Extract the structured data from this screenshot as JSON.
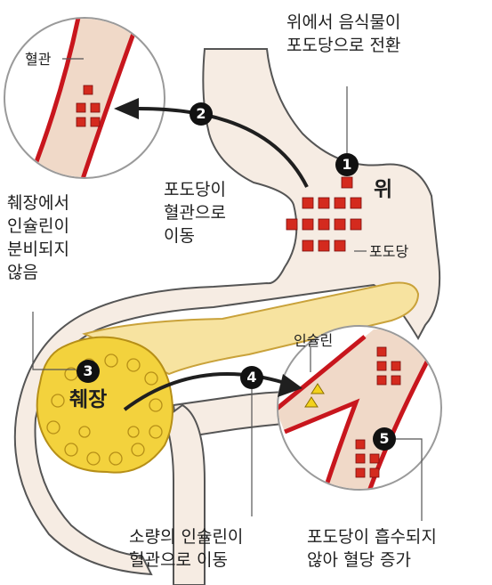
{
  "labels": {
    "blood_vessel": "혈관",
    "stomach_convert": "위에서 음식물이\n포도당으로 전환",
    "glucose_to_vessel": "포도당이\n혈관으로\n이동",
    "stomach": "위",
    "glucose": "포도당",
    "pancreas_no_secretion": "췌장에서\n인슐린이\n분비되지\n않음",
    "pancreas": "췌장",
    "insulin": "인슐린",
    "insulin_small_to_vessel": "소량의 인슐린이\n혈관으로 이동",
    "glucose_not_absorbed": "포도당이 흡수되지\n않아 혈당 증가"
  },
  "steps": [
    "1",
    "2",
    "3",
    "4",
    "5"
  ],
  "colors": {
    "glucose_square": "#d42a1e",
    "vessel_wall": "#c8161d",
    "vessel_inner": "#f0d9c8",
    "organ_fill": "#f6ece3",
    "pancreas_fill": "#f5d96a",
    "insulin": "#f3d21c"
  }
}
